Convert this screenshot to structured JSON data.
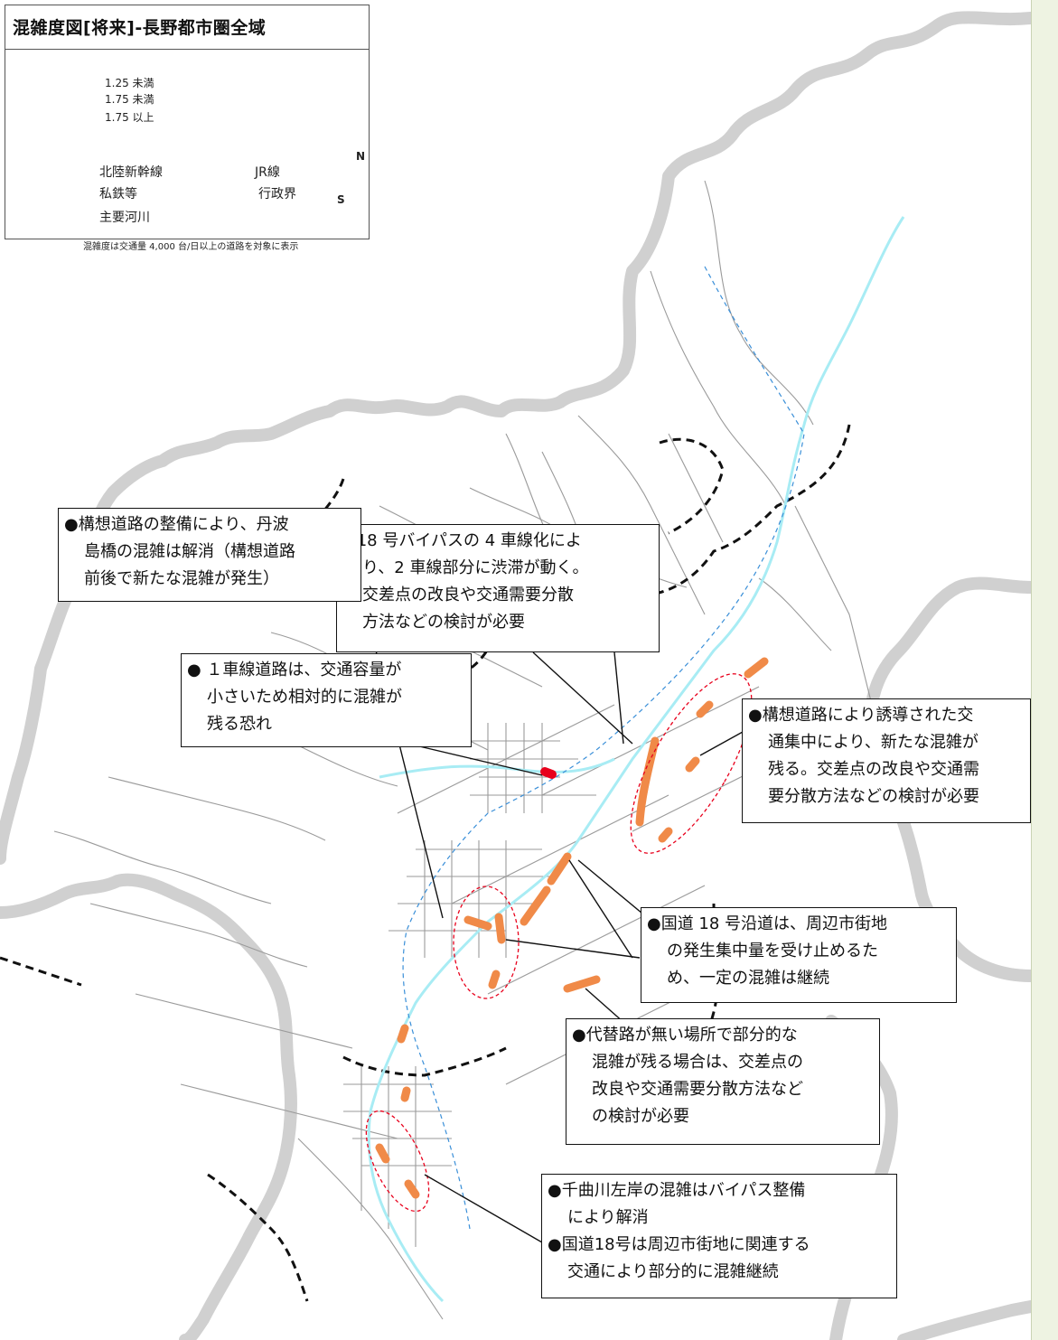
{
  "legend": {
    "title": "混雑度図[将来]-長野都市圏全域",
    "items": [
      {
        "label": "1.25 未満",
        "color": "#888888"
      },
      {
        "label": "1.75 未満",
        "color": "#f08a48"
      },
      {
        "label": "1.75 以上",
        "color": "#e8001c"
      }
    ],
    "lines": {
      "shinkansen": "北陸新幹線",
      "jr": "JR線",
      "private_rail": "私鉄等",
      "admin_boundary": "行政界",
      "river": "主要河川"
    },
    "compass": {
      "north": "N",
      "south": "S"
    },
    "note": "混雑度は交通量 4,000 台/日以上の道路を対象に表示"
  },
  "callouts": [
    {
      "id": "bypass18",
      "lines": [
        "●18 号バイパスの 4 車線化によ",
        "り、2 車線部分に渋滞が動く。",
        "交差点の改良や交通需要分散",
        "方法などの検討が必要"
      ]
    },
    {
      "id": "one-lane",
      "lines": [
        "● １車線道路は、交通容量が",
        "小さいため相対的に混雑が",
        "残る恐れ"
      ]
    },
    {
      "id": "tanba",
      "lines": [
        "●構想道路の整備により、丹波",
        "島橋の混雑は解消（構想道路",
        "前後で新たな混雑が発生）"
      ]
    },
    {
      "id": "induced",
      "lines": [
        "●構想道路により誘導された交",
        "通集中により、新たな混雑が",
        "残る。交差点の改良や交通需",
        "要分散方法などの検討が必要"
      ]
    },
    {
      "id": "route18",
      "lines": [
        "●国道 18 号沿道は、周辺市街地",
        "の発生集中量を受け止めるた",
        "め、一定の混雑は継続"
      ]
    },
    {
      "id": "alternative",
      "lines": [
        "●代替路が無い場所で部分的な",
        "混雑が残る場合は、交差点の",
        "改良や交通需要分散方法など",
        "の検討が必要"
      ]
    },
    {
      "id": "chikuma",
      "lines": [
        "●千曲川左岸の混雑はバイパス整備",
        "により解消",
        "●国道18号は周辺市街地に関連する",
        "交通により部分的に混雑継続"
      ]
    }
  ],
  "colors": {
    "region_border": "#d0d0d0",
    "road": "#9a9a9a",
    "river": "#a8ecf4",
    "boundary": "#111111",
    "congest_mid": "#f08a48",
    "congest_high": "#e8001c",
    "highlight": "#e8001c",
    "shinkansen": "#3a8fd8"
  }
}
